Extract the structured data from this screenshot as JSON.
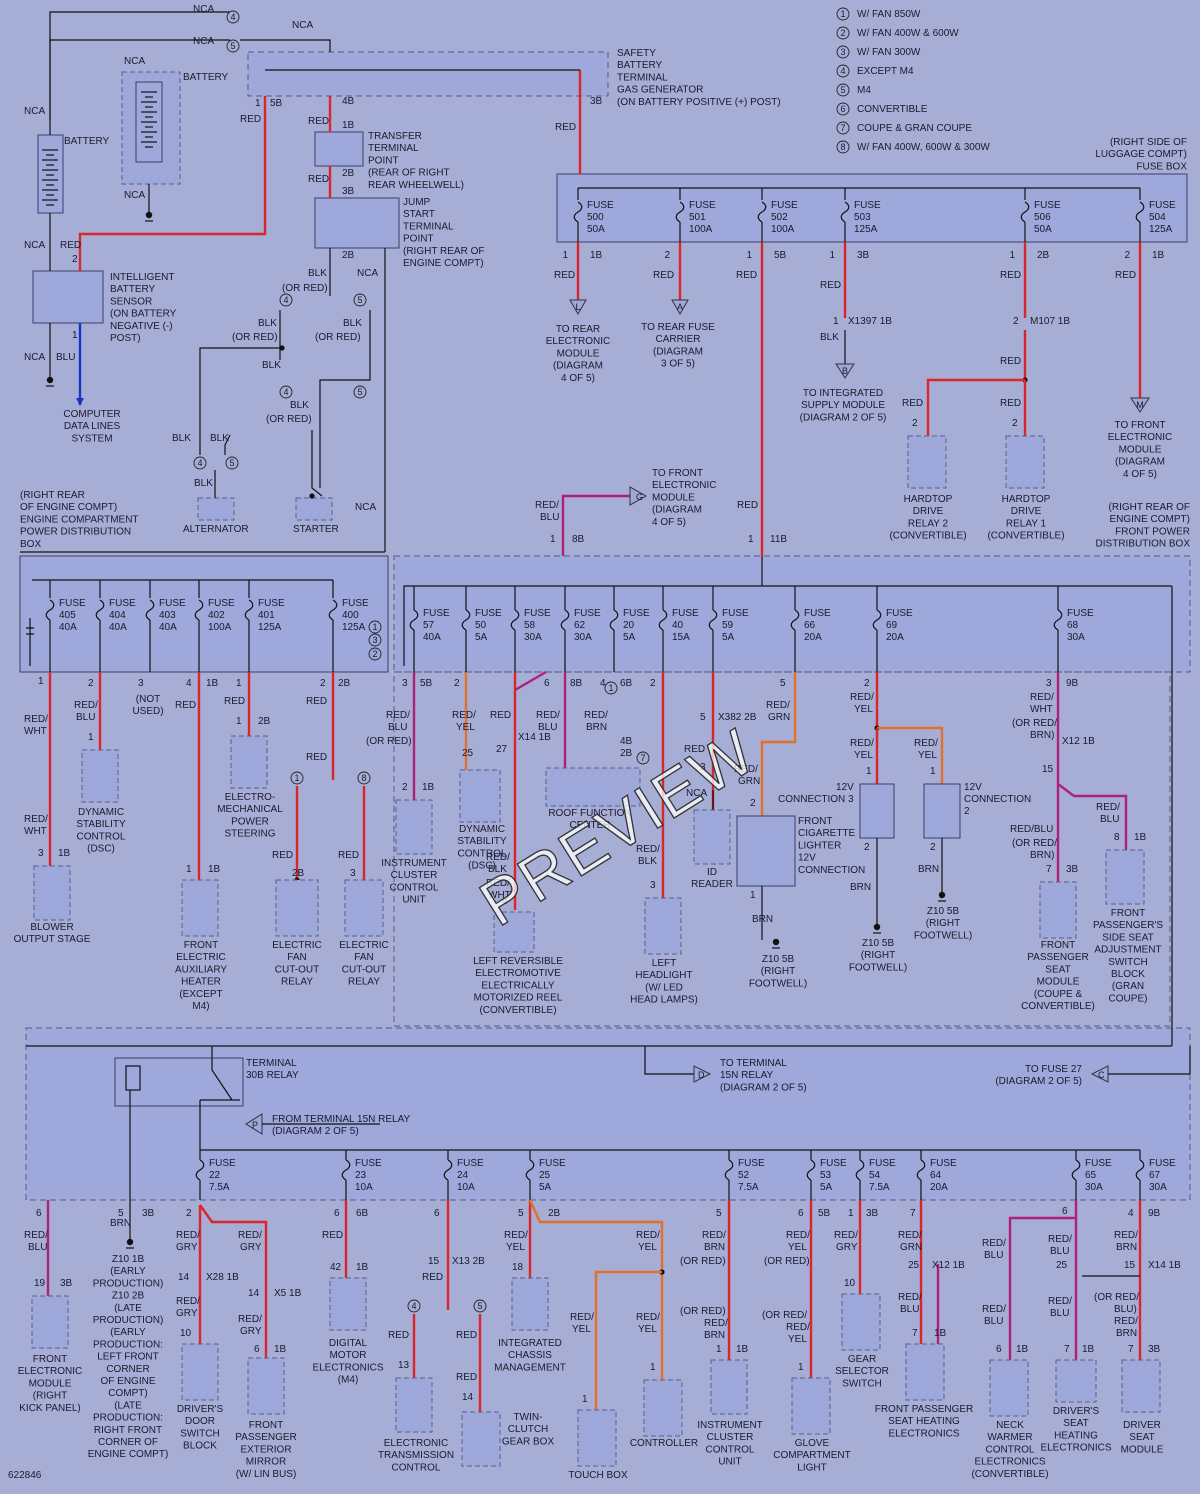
{
  "diagram_id": "622846",
  "watermark": "PREVIEW",
  "legend": [
    {
      "num": "1",
      "text": "W/ FAN 850W"
    },
    {
      "num": "2",
      "text": "W/ FAN 400W & 600W"
    },
    {
      "num": "3",
      "text": "W/ FAN 300W"
    },
    {
      "num": "4",
      "text": "EXCEPT M4"
    },
    {
      "num": "5",
      "text": "M4"
    },
    {
      "num": "6",
      "text": "CONVERTIBLE"
    },
    {
      "num": "7",
      "text": "COUPE & GRAN COUPE"
    },
    {
      "num": "8",
      "text": "W/ FAN 400W, 600W & 300W"
    }
  ],
  "labels": {
    "battery": "BATTERY",
    "nca": "NCA",
    "safety_terminal": [
      "SAFETY",
      "BATTERY",
      "TERMINAL",
      "GAS GENERATOR",
      "(ON BATTERY POSITIVE (+) POST)"
    ],
    "transfer_point": [
      "TRANSFER",
      "TERMINAL",
      "POINT",
      "(REAR OF RIGHT",
      "REAR WHEELWELL)"
    ],
    "jump_start": [
      "JUMP",
      "START",
      "TERMINAL",
      "POINT",
      "(RIGHT REAR OF",
      "ENGINE COMPT)"
    ],
    "ibs": [
      "INTELLIGENT",
      "BATTERY",
      "SENSOR",
      "(ON BATTERY",
      "NEGATIVE (-)",
      "POST)"
    ],
    "computer_data": [
      "COMPUTER",
      "DATA LINES",
      "SYSTEM"
    ],
    "alternator": "ALTERNATOR",
    "starter": "STARTER",
    "luggage_fusebox": [
      "(RIGHT SIDE OF",
      "LUGGAGE COMPT)",
      "FUSE BOX"
    ],
    "rear_pdb": [
      "(RIGHT REAR",
      "OF ENGINE COMPT)",
      "ENGINE COMPARTMENT",
      "POWER DISTRIBUTION",
      "BOX"
    ],
    "front_pdb": [
      "(RIGHT REAR OF",
      "ENGINE COMPT)",
      "FRONT POWER",
      "DISTRIBUTION BOX"
    ],
    "to_rear_em": [
      "TO REAR",
      "ELECTRONIC",
      "MODULE",
      "(DIAGRAM",
      "4 OF 5)"
    ],
    "to_rear_fuse": [
      "TO REAR FUSE",
      "CARRIER",
      "(DIAGRAM",
      "3 OF 5)"
    ],
    "to_integrated": [
      "TO INTEGRATED",
      "SUPPLY MODULE",
      "(DIAGRAM 2 OF 5)"
    ],
    "to_front_em_m": [
      "TO FRONT",
      "ELECTRONIC",
      "MODULE",
      "(DIAGRAM",
      "4 OF 5)"
    ],
    "to_front_em_g": [
      "TO FRONT",
      "ELECTRONIC",
      "MODULE",
      "(DIAGRAM",
      "4 OF 5)"
    ],
    "hardtop2": [
      "HARDTOP",
      "DRIVE",
      "RELAY 2",
      "(CONVERTIBLE)"
    ],
    "hardtop1": [
      "HARDTOP",
      "DRIVE",
      "RELAY 1",
      "(CONVERTIBLE)"
    ],
    "terminal30b": [
      "TERMINAL",
      "30B RELAY"
    ],
    "from15n": [
      "FROM TERMINAL 15N RELAY",
      "(DIAGRAM 2 OF 5)"
    ],
    "to15n": [
      "TO TERMINAL",
      "15N RELAY",
      "(DIAGRAM 2 OF 5)"
    ],
    "tofuse27": [
      "TO FUSE 27",
      "(DIAGRAM 2 OF 5)"
    ]
  },
  "top_fuses": [
    {
      "name": "FUSE",
      "num": "500",
      "amp": "50A"
    },
    {
      "name": "FUSE",
      "num": "501",
      "amp": "100A"
    },
    {
      "name": "FUSE",
      "num": "502",
      "amp": "100A"
    },
    {
      "name": "FUSE",
      "num": "503",
      "amp": "125A"
    },
    {
      "name": "FUSE",
      "num": "506",
      "amp": "50A"
    },
    {
      "name": "FUSE",
      "num": "504",
      "amp": "125A"
    }
  ],
  "left_fuses": [
    {
      "name": "FUSE",
      "num": "405",
      "amp": "40A"
    },
    {
      "name": "FUSE",
      "num": "404",
      "amp": "40A"
    },
    {
      "name": "FUSE",
      "num": "403",
      "amp": "40A"
    },
    {
      "name": "FUSE",
      "num": "402",
      "amp": "100A"
    },
    {
      "name": "FUSE",
      "num": "401",
      "amp": "125A"
    },
    {
      "name": "FUSE",
      "num": "400",
      "amp": "125A"
    }
  ],
  "mid_fuses": [
    {
      "name": "FUSE",
      "num": "57",
      "amp": "40A"
    },
    {
      "name": "FUSE",
      "num": "50",
      "amp": "5A"
    },
    {
      "name": "FUSE",
      "num": "58",
      "amp": "30A"
    },
    {
      "name": "FUSE",
      "num": "62",
      "amp": "30A"
    },
    {
      "name": "FUSE",
      "num": "20",
      "amp": "5A"
    },
    {
      "name": "FUSE",
      "num": "40",
      "amp": "15A"
    },
    {
      "name": "FUSE",
      "num": "59",
      "amp": "5A"
    },
    {
      "name": "FUSE",
      "num": "66",
      "amp": "20A"
    },
    {
      "name": "FUSE",
      "num": "69",
      "amp": "20A"
    },
    {
      "name": "FUSE",
      "num": "68",
      "amp": "30A"
    }
  ],
  "bottom_fuses": [
    {
      "name": "FUSE",
      "num": "22",
      "amp": "7.5A"
    },
    {
      "name": "FUSE",
      "num": "23",
      "amp": "10A"
    },
    {
      "name": "FUSE",
      "num": "24",
      "amp": "10A"
    },
    {
      "name": "FUSE",
      "num": "25",
      "amp": "5A"
    },
    {
      "name": "FUSE",
      "num": "52",
      "amp": "7.5A"
    },
    {
      "name": "FUSE",
      "num": "53",
      "amp": "5A"
    },
    {
      "name": "FUSE",
      "num": "54",
      "amp": "7.5A"
    },
    {
      "name": "FUSE",
      "num": "64",
      "amp": "20A"
    },
    {
      "name": "FUSE",
      "num": "65",
      "amp": "30A"
    },
    {
      "name": "FUSE",
      "num": "67",
      "amp": "30A"
    }
  ],
  "components_mid": [
    [
      "BLOWER",
      "OUTPUT STAGE"
    ],
    [
      "DYNAMIC",
      "STABILITY",
      "CONTROL",
      "(DSC)"
    ],
    [
      "FRONT",
      "ELECTRIC",
      "AUXILIARY",
      "HEATER",
      "(EXCEPT",
      "M4)"
    ],
    [
      "ELECTRO-",
      "MECHANICAL",
      "POWER",
      "STEERING"
    ],
    [
      "ELECTRIC",
      "FAN",
      "CUT-OUT",
      "RELAY"
    ],
    [
      "ELECTRIC",
      "FAN",
      "CUT-OUT",
      "RELAY"
    ],
    [
      "INSTRUMENT",
      "CLUSTER",
      "CONTROL",
      "UNIT"
    ],
    [
      "DYNAMIC",
      "STABILITY",
      "CONTROL",
      "(DSC)"
    ],
    [
      "ROOF FUNCTION",
      "CENTER"
    ],
    [
      "LEFT REVERSIBLE",
      "ELECTROMOTIVE",
      "ELECTRICALLY",
      "MOTORIZED REEL",
      "(CONVERTIBLE)"
    ],
    [
      "LEFT",
      "HEADLIGHT",
      "(W/ LED",
      "HEAD LAMPS)"
    ],
    [
      "ID",
      "READER"
    ],
    [
      "FRONT",
      "CIGARETTE",
      "LIGHTER",
      "12V",
      "CONNECTION"
    ],
    [
      "FRONT",
      "PASSENGER",
      "SEAT",
      "MODULE",
      "(COUPE &",
      "CONVERTIBLE)"
    ],
    [
      "FRONT",
      "PASSENGER'S",
      "SIDE SEAT",
      "ADJUSTMENT",
      "SWITCH",
      "BLOCK",
      "(GRAN",
      "COUPE)"
    ]
  ],
  "components_bottom": [
    [
      "FRONT",
      "ELECTRONIC",
      "MODULE",
      "(RIGHT",
      "KICK PANEL)"
    ],
    [
      "DRIVER'S",
      "DOOR",
      "SWITCH",
      "BLOCK"
    ],
    [
      "FRONT",
      "PASSENGER",
      "EXTERIOR",
      "MIRROR",
      "(W/ LIN BUS)"
    ],
    [
      "DIGITAL",
      "MOTOR",
      "ELECTRONICS",
      "(M4)"
    ],
    [
      "ELECTRONIC",
      "TRANSMISSION",
      "CONTROL"
    ],
    [
      "TWIN-",
      "CLUTCH",
      "GEAR BOX"
    ],
    [
      "INTEGRATED",
      "CHASSIS",
      "MANAGEMENT"
    ],
    [
      "TOUCH BOX"
    ],
    [
      "CONTROLLER"
    ],
    [
      "INSTRUMENT",
      "CLUSTER",
      "CONTROL",
      "UNIT"
    ],
    [
      "GLOVE",
      "COMPARTMENT",
      "LIGHT"
    ],
    [
      "GEAR",
      "SELECTOR",
      "SWITCH"
    ],
    [
      "FRONT PASSENGER",
      "SEAT HEATING",
      "ELECTRONICS"
    ],
    [
      "NECK",
      "WARMER",
      "CONTROL",
      "ELECTRONICS",
      "(CONVERTIBLE)"
    ],
    [
      "DRIVER'S",
      "SEAT",
      "HEATING",
      "ELECTRONICS"
    ],
    [
      "DRIVER",
      "SEAT",
      "MODULE"
    ]
  ],
  "grounds": {
    "z10_footwell": [
      "Z10 5B",
      "(RIGHT",
      "FOOTWELL)"
    ],
    "z10_early": [
      "Z10 1B",
      "(EARLY",
      "PRODUCTION)",
      "Z10 2B",
      "(LATE",
      "PRODUCTION)",
      "(EARLY",
      "PRODUCTION:",
      "LEFT FRONT",
      "CORNER",
      "OF ENGINE",
      "COMPT)",
      "(LATE",
      "PRODUCTION:",
      "RIGHT FRONT",
      "CORNER OF",
      "ENGINE COMPT)"
    ]
  },
  "connections_12v": [
    "12V",
    "CONNECTION 3",
    "12V",
    "CONNECTION",
    "2"
  ]
}
